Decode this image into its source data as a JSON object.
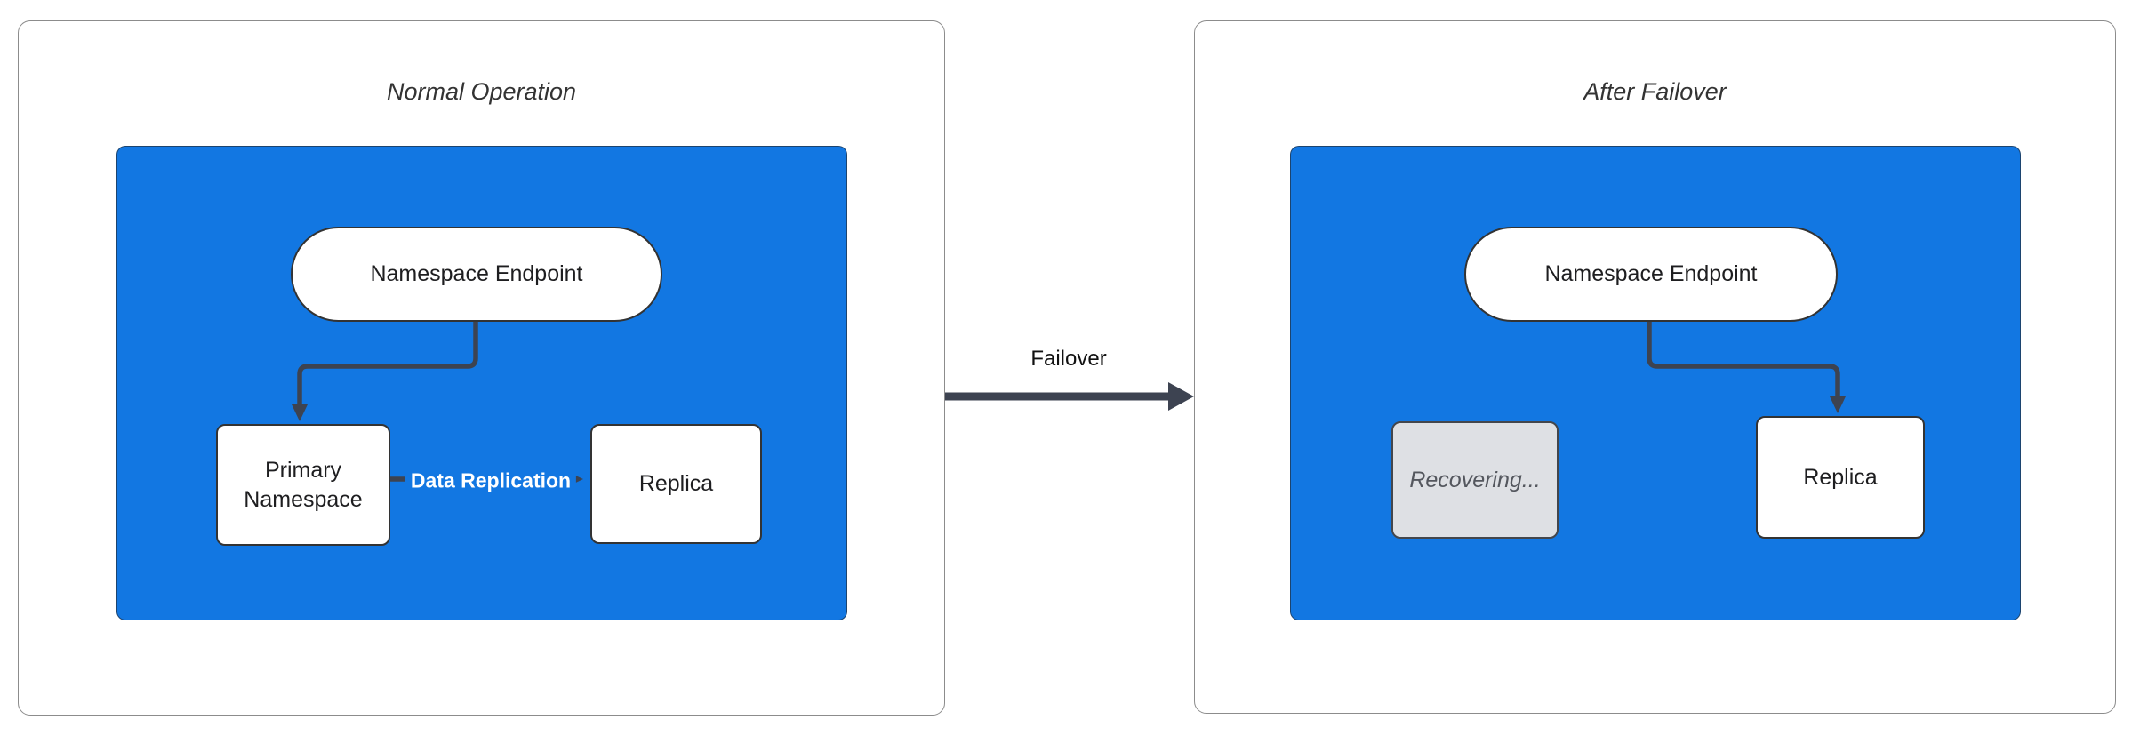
{
  "colors": {
    "cluster_blue": "#1277E2",
    "edge_dark": "#3D4351",
    "node_border": "#333333",
    "node_fill": "#FFFFFF",
    "panel_border": "#8C8C8C",
    "recovering_fill": "#DEE0E4",
    "recovering_text": "#54575E",
    "edge_label_text": "#FFFFFF",
    "title_text": "#333333"
  },
  "panels": [
    {
      "title": "Normal Operation",
      "nodes": {
        "endpoint": {
          "label": "Namespace Endpoint"
        },
        "primary": {
          "label": "Primary Namespace"
        },
        "replica": {
          "label": "Replica"
        }
      },
      "edge_label": "Data Replication"
    },
    {
      "title": "After Failover",
      "nodes": {
        "endpoint": {
          "label": "Namespace Endpoint"
        },
        "recovering": {
          "label": "Recovering..."
        },
        "replica": {
          "label": "Replica"
        }
      }
    }
  ],
  "failover_label": "Failover"
}
